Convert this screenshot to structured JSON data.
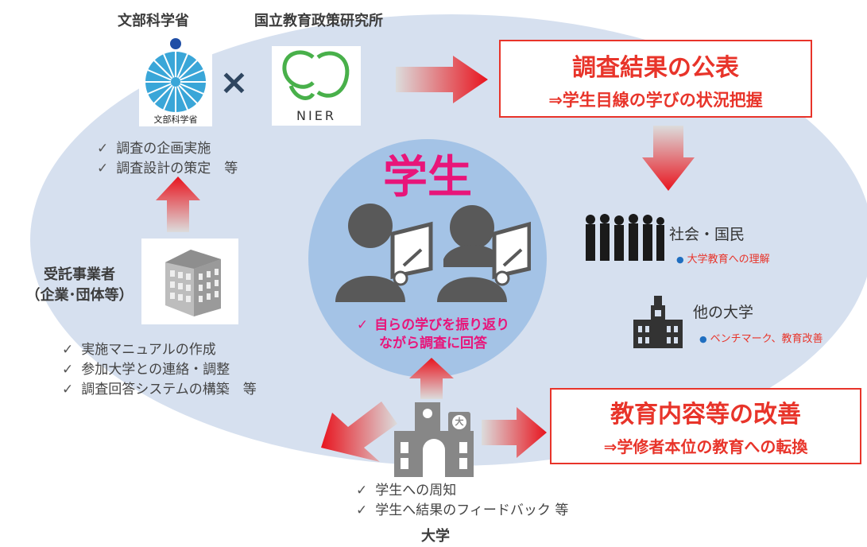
{
  "mext": {
    "title": "文部科学省",
    "logo_text": "文部科学省"
  },
  "times": "×",
  "nier": {
    "title": "国立教育政策研究所",
    "logo_text": "NIER"
  },
  "mext_tasks": [
    "調査の企画実施",
    "調査設計の策定　等"
  ],
  "contractor": {
    "line1": "受託事業者",
    "line2": "（企業･団体等）",
    "tasks": [
      "実施マニュアルの作成",
      "参加大学との連絡・調整",
      "調査回答システムの構築　等"
    ]
  },
  "student": {
    "title": "学生",
    "caption_line1": "自らの学びを振り返り",
    "caption_line2": "ながら調査に回答"
  },
  "publish_box": {
    "title": "調査結果の公表",
    "subtitle": "⇒学生目線の学びの状況把握"
  },
  "society": {
    "title": "社会・国民",
    "note": "大学教育への理解"
  },
  "other_univ": {
    "title": "他の大学",
    "note": "ベンチマーク、教育改善"
  },
  "improve_box": {
    "title": "教育内容等の改善",
    "subtitle": "⇒学修者本位の教育への転換"
  },
  "university": {
    "badge": "大",
    "tasks": [
      "学生への周知",
      "学生へ結果のフィードバック 等"
    ],
    "label": "大学"
  },
  "colors": {
    "ellipse": "#d6e0ef",
    "center": "#a4c3e6",
    "red": "#e8342a",
    "pink": "#e8157a"
  }
}
